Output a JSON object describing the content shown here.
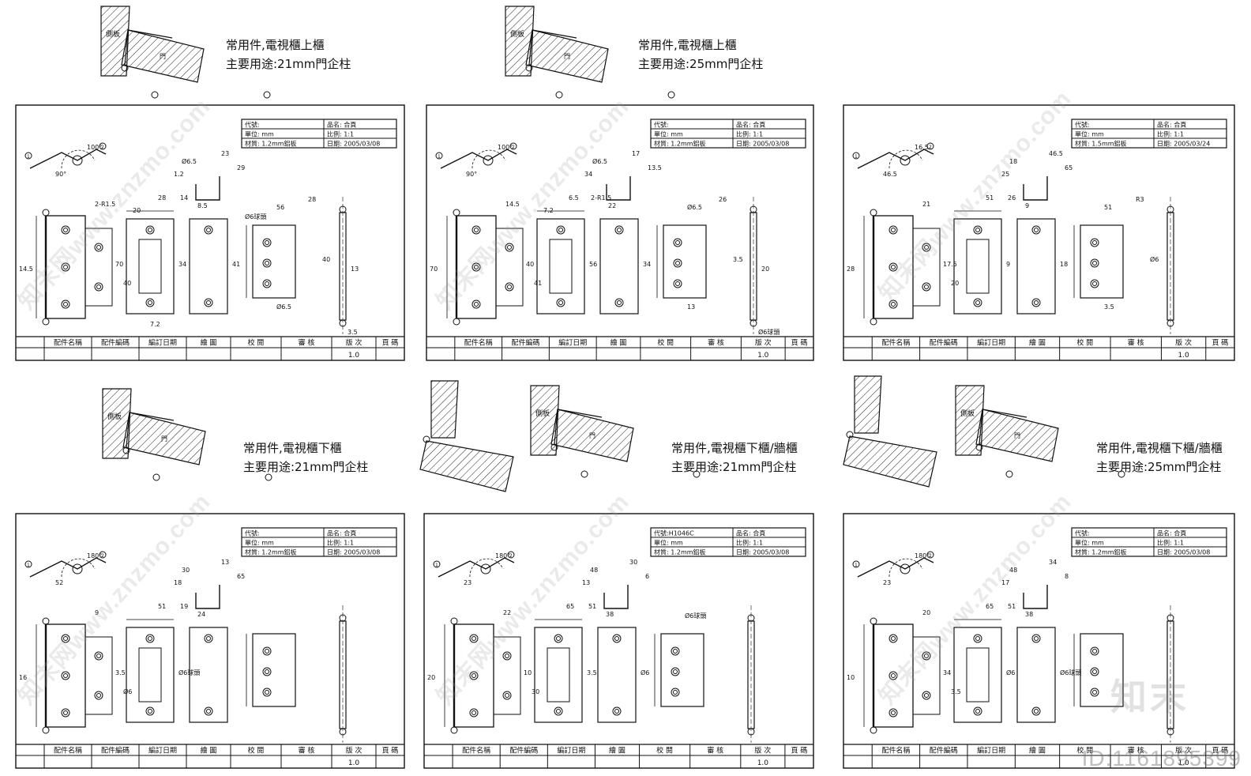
{
  "captions": [
    {
      "line1": "常用件,電視櫃上櫃",
      "line2": "主要用途:21mm門企柱"
    },
    {
      "line1": "常用件,電視櫃上櫃",
      "line2": "主要用途:25mm門企柱"
    },
    {
      "line1": "常用件,電視櫃下櫃",
      "line2": "主要用途:21mm門企柱"
    },
    {
      "line1": "常用件,電視櫃下櫃/牆櫃",
      "line2": "主要用途:21mm門企柱"
    },
    {
      "line1": "常用件,電視櫃下櫃/牆櫃",
      "line2": "主要用途:25mm門企柱"
    }
  ],
  "section_labels": {
    "side_panel": "側板",
    "door": "門",
    "callouts": [
      "1",
      "2",
      "3"
    ]
  },
  "sheets": [
    {
      "code": "代號:",
      "name": "品名: 合頁",
      "unit": "單位: mm",
      "scale": "比例: 1:1",
      "material": "材質: 1.2mm鋁板",
      "date": "日期: 2005/03/08",
      "dims": [
        "100°",
        "90°",
        "Ø6.5",
        "23",
        "1.2",
        "29",
        "28",
        "14",
        "8.5",
        "2-R1.5",
        "14.5",
        "70",
        "40",
        "34",
        "41",
        "56",
        "28",
        "Ø6.5",
        "40",
        "13",
        "3.5",
        "20",
        "Ø6球頭",
        "7.2"
      ]
    },
    {
      "code": "代號:",
      "name": "品名: 合頁",
      "unit": "單位: mm",
      "scale": "比例: 1:1",
      "material": "材質: 1.2mm鋁板",
      "date": "日期: 2005/03/08",
      "dims": [
        "100°",
        "90°",
        "Ø6.5",
        "17",
        "34",
        "13.5",
        "6.5",
        "2-R1.5",
        "22",
        "14.5",
        "70",
        "40",
        "41",
        "56",
        "34",
        "Ø6.5",
        "26",
        "13",
        "3.5",
        "20",
        "Ø6球頭",
        "7.2"
      ]
    },
    {
      "code": "代號:",
      "name": "品名: 合頁",
      "unit": "單位: mm",
      "scale": "比例: 1:1",
      "material": "材質: 1.5mm鋁板",
      "date": "日期: 2005/03/24",
      "dims": [
        "16.5",
        "46.5",
        "18",
        "46.5",
        "25",
        "65",
        "51",
        "26",
        "9",
        "21",
        "28",
        "17.5",
        "20",
        "9",
        "18",
        "51",
        "R3",
        "3.5",
        "Ø6"
      ]
    },
    {
      "code": "代號:",
      "name": "品名: 合頁",
      "unit": "單位: mm",
      "scale": "比例: 1:1",
      "material": "材質: 1.2mm鋁板",
      "date": "日期: 2005/03/08",
      "dims": [
        "180°",
        "52",
        "30",
        "13",
        "18",
        "65",
        "51",
        "19",
        "24",
        "9",
        "16",
        "3.5",
        "Ø6",
        "Ø6球頭"
      ]
    },
    {
      "code": "代號:H1046C",
      "name": "品名: 合頁",
      "unit": "單位: mm",
      "scale": "比例: 1:1",
      "material": "材質: 1.2mm鋁板",
      "date": "日期: 2005/03/08",
      "dims": [
        "180°",
        "23",
        "48",
        "30",
        "13",
        "6",
        "65",
        "51",
        "38",
        "22",
        "20",
        "10",
        "30",
        "3.5",
        "Ø6",
        "Ø6球頭"
      ]
    },
    {
      "code": "代號:",
      "name": "品名: 合頁",
      "unit": "單位: mm",
      "scale": "比例: 1:1",
      "material": "材質: 1.2mm鋁板",
      "date": "日期: 2005/03/08",
      "dims": [
        "180°",
        "23",
        "48",
        "34",
        "17",
        "8",
        "65",
        "51",
        "38",
        "20",
        "10",
        "34",
        "3.5",
        "Ø6",
        "Ø6球頭"
      ]
    }
  ],
  "title_bar": {
    "headers": [
      "配件名稱",
      "配件編碼",
      "編訂日期",
      "繪 圖",
      "校 閱",
      "審 核",
      "版 次",
      "頁 碼"
    ],
    "version": "1.0"
  },
  "watermark_text": "知末网www.znzmo.com",
  "logo_text": "知末",
  "image_id": "ID:1161895399"
}
